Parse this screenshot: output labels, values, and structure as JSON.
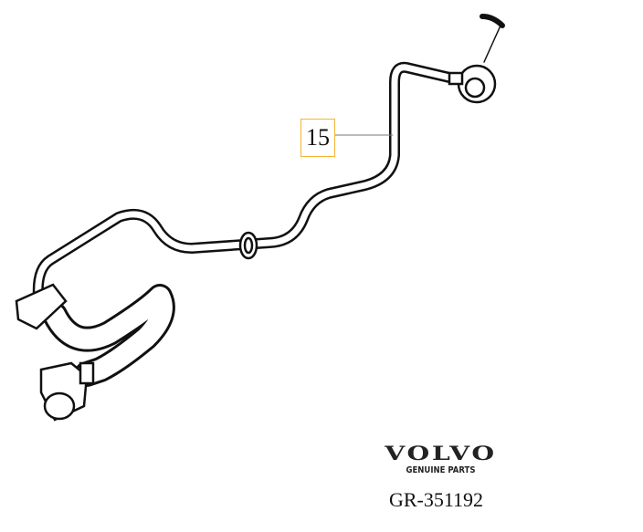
{
  "callouts": [
    {
      "label": "15"
    }
  ],
  "brand": {
    "logo": "VOLVO",
    "tagline": "GENUINE PARTS"
  },
  "reference": "GR-351192",
  "colors": {
    "callout_border": "#f5b335",
    "line": "#111111"
  }
}
